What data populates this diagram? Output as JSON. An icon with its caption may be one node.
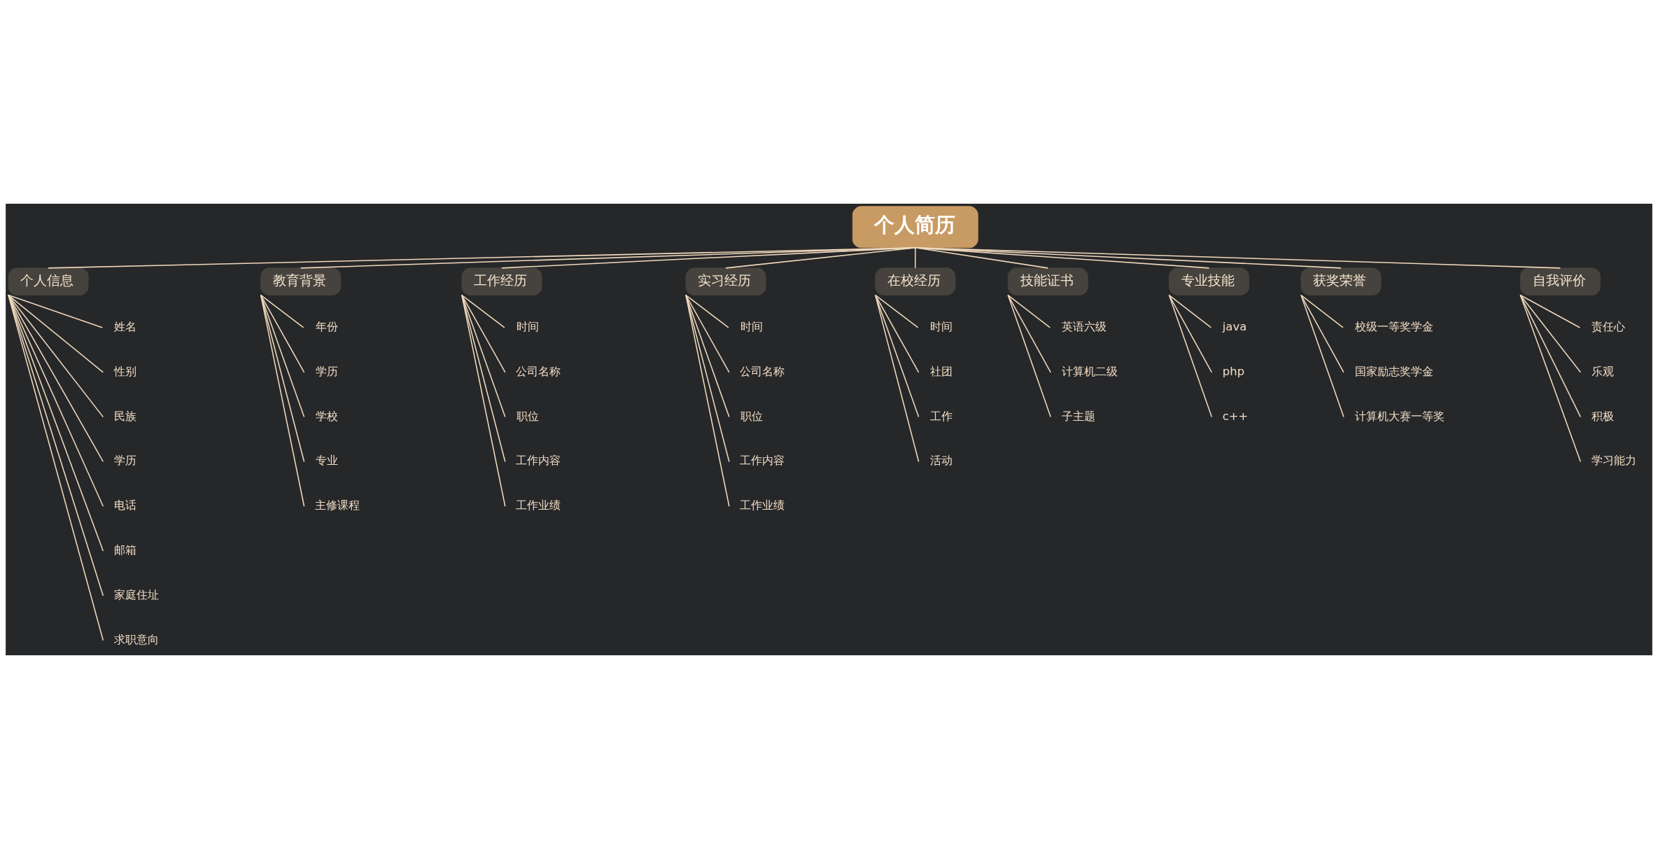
{
  "diagram": {
    "nodes": [
      {
        "text": [
          "个人简历"
        ]
      },
      {
        "text": [
          "个人信息"
        ]
      },
      {
        "text": [
          "姓名"
        ]
      },
      {
        "text": [
          "性别"
        ]
      },
      {
        "text": [
          "民族"
        ]
      },
      {
        "text": [
          "学历"
        ]
      },
      {
        "text": [
          "电话"
        ]
      },
      {
        "text": [
          "邮箱"
        ]
      },
      {
        "text": [
          "家庭住址"
        ]
      },
      {
        "text": [
          "求职意向"
        ]
      },
      {
        "text": [
          "教育背景"
        ]
      },
      {
        "text": [
          "年份"
        ]
      },
      {
        "text": [
          "学历"
        ]
      },
      {
        "text": [
          "学校"
        ]
      },
      {
        "text": [
          "专业"
        ]
      },
      {
        "text": [
          "主修课程"
        ]
      },
      {
        "text": [
          "工作经历"
        ]
      },
      {
        "text": [
          "时间"
        ]
      },
      {
        "text": [
          "公司名称"
        ]
      },
      {
        "text": [
          "职位"
        ]
      },
      {
        "text": [
          "工作内容"
        ]
      },
      {
        "text": [
          "工作业绩"
        ]
      },
      {
        "text": [
          "实习经历"
        ]
      },
      {
        "text": [
          "时间"
        ]
      },
      {
        "text": [
          "公司名称"
        ]
      },
      {
        "text": [
          "职位"
        ]
      },
      {
        "text": [
          "工作内容"
        ]
      },
      {
        "text": [
          "工作业绩"
        ]
      },
      {
        "text": [
          "在校经历"
        ]
      },
      {
        "text": [
          "时间"
        ]
      },
      {
        "text": [
          "社团"
        ]
      },
      {
        "text": [
          "工作"
        ]
      },
      {
        "text": [
          "活动"
        ]
      },
      {
        "text": [
          "技能证书"
        ]
      },
      {
        "text": [
          "英语六级"
        ]
      },
      {
        "text": [
          "计算机二级"
        ]
      },
      {
        "text": [
          "子主题"
        ]
      },
      {
        "text": [
          "专业技能"
        ]
      },
      {
        "text": [
          "java"
        ]
      },
      {
        "text": [
          "php"
        ]
      },
      {
        "text": [
          "c++"
        ]
      },
      {
        "text": [
          "获奖荣誉"
        ]
      },
      {
        "text": [
          "校级一等奖学金"
        ]
      },
      {
        "text": [
          "国家励志奖学金"
        ]
      },
      {
        "text": [
          "计算机大赛一等奖"
        ]
      },
      {
        "text": [
          "自我评价"
        ]
      },
      {
        "text": [
          "责任心"
        ]
      },
      {
        "text": [
          "乐观"
        ]
      },
      {
        "text": [
          "积极"
        ]
      },
      {
        "text": [
          "学习能力"
        ]
      }
    ],
    "edges": [
      {
        "from": 0,
        "to": 1,
        "arrow": "none"
      },
      {
        "from": 0,
        "to": 10,
        "arrow": "none"
      },
      {
        "from": 0,
        "to": 16,
        "arrow": "none"
      },
      {
        "from": 0,
        "to": 22,
        "arrow": "none"
      },
      {
        "from": 0,
        "to": 28,
        "arrow": "none"
      },
      {
        "from": 0,
        "to": 33,
        "arrow": "none"
      },
      {
        "from": 0,
        "to": 37,
        "arrow": "none"
      },
      {
        "from": 0,
        "to": 41,
        "arrow": "none"
      },
      {
        "from": 0,
        "to": 45,
        "arrow": "none"
      },
      {
        "from": 1,
        "to": 2,
        "arrow": "none"
      },
      {
        "from": 1,
        "to": 3,
        "arrow": "none"
      },
      {
        "from": 1,
        "to": 4,
        "arrow": "none"
      },
      {
        "from": 1,
        "to": 5,
        "arrow": "none"
      },
      {
        "from": 1,
        "to": 6,
        "arrow": "none"
      },
      {
        "from": 1,
        "to": 7,
        "arrow": "none"
      },
      {
        "from": 1,
        "to": 8,
        "arrow": "none"
      },
      {
        "from": 1,
        "to": 9,
        "arrow": "none"
      },
      {
        "from": 10,
        "to": 11,
        "arrow": "none"
      },
      {
        "from": 10,
        "to": 12,
        "arrow": "none"
      },
      {
        "from": 10,
        "to": 13,
        "arrow": "none"
      },
      {
        "from": 10,
        "to": 14,
        "arrow": "none"
      },
      {
        "from": 10,
        "to": 15,
        "arrow": "none"
      },
      {
        "from": 16,
        "to": 17,
        "arrow": "none"
      },
      {
        "from": 16,
        "to": 18,
        "arrow": "none"
      },
      {
        "from": 16,
        "to": 19,
        "arrow": "none"
      },
      {
        "from": 16,
        "to": 20,
        "arrow": "none"
      },
      {
        "from": 16,
        "to": 21,
        "arrow": "none"
      },
      {
        "from": 22,
        "to": 23,
        "arrow": "none"
      },
      {
        "from": 22,
        "to": 24,
        "arrow": "none"
      },
      {
        "from": 22,
        "to": 25,
        "arrow": "none"
      },
      {
        "from": 22,
        "to": 26,
        "arrow": "none"
      },
      {
        "from": 22,
        "to": 27,
        "arrow": "none"
      },
      {
        "from": 28,
        "to": 29,
        "arrow": "none"
      },
      {
        "from": 28,
        "to": 30,
        "arrow": "none"
      },
      {
        "from": 28,
        "to": 31,
        "arrow": "none"
      },
      {
        "from": 28,
        "to": 32,
        "arrow": "none"
      },
      {
        "from": 33,
        "to": 34,
        "arrow": "none"
      },
      {
        "from": 33,
        "to": 35,
        "arrow": "none"
      },
      {
        "from": 33,
        "to": 36,
        "arrow": "none"
      },
      {
        "from": 37,
        "to": 38,
        "arrow": "none"
      },
      {
        "from": 37,
        "to": 39,
        "arrow": "none"
      },
      {
        "from": 37,
        "to": 40,
        "arrow": "none"
      },
      {
        "from": 41,
        "to": 42,
        "arrow": "none"
      },
      {
        "from": 41,
        "to": 43,
        "arrow": "none"
      },
      {
        "from": 41,
        "to": 44,
        "arrow": "none"
      },
      {
        "from": 45,
        "to": 46,
        "arrow": "none"
      },
      {
        "from": 45,
        "to": 47,
        "arrow": "none"
      },
      {
        "from": 45,
        "to": 48,
        "arrow": "none"
      },
      {
        "from": 45,
        "to": 49,
        "arrow": "none"
      }
    ]
  }
}
